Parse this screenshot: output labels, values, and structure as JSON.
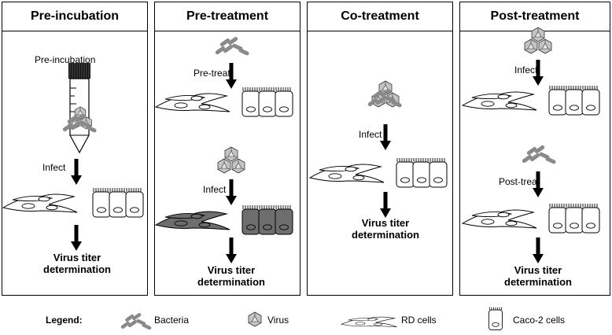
{
  "panels": [
    {
      "title": "Pre-incubation",
      "labels": {
        "pre_incubation": "Pre-incubation",
        "infect": "Infect"
      },
      "result": [
        "Virus titer",
        "determination"
      ]
    },
    {
      "title": "Pre-treatment",
      "labels": {
        "pre_treat": "Pre-treat",
        "infect": "Infect"
      },
      "result": [
        "Virus titer",
        "determination"
      ]
    },
    {
      "title": "Co-treatment",
      "labels": {
        "infect": "Infect"
      },
      "result": [
        "Virus titer",
        "determination"
      ]
    },
    {
      "title": "Post-treatment",
      "labels": {
        "infect": "Infect",
        "post_treat": "Post-treat"
      },
      "result": [
        "Virus titer",
        "determination"
      ]
    }
  ],
  "legend": {
    "title": "Legend:",
    "items": [
      {
        "label": "Bacteria",
        "icon": "bacteria-icon"
      },
      {
        "label": "Virus",
        "icon": "virus-icon"
      },
      {
        "label": "RD cells",
        "icon": "rd-cell-icon"
      },
      {
        "label": "Caco-2 cells",
        "icon": "caco2-cell-icon"
      }
    ]
  },
  "colors": {
    "treated_cells": "#6e6e6e",
    "bacteria": "#8a8a8a",
    "virus": "#b0b0b0"
  }
}
